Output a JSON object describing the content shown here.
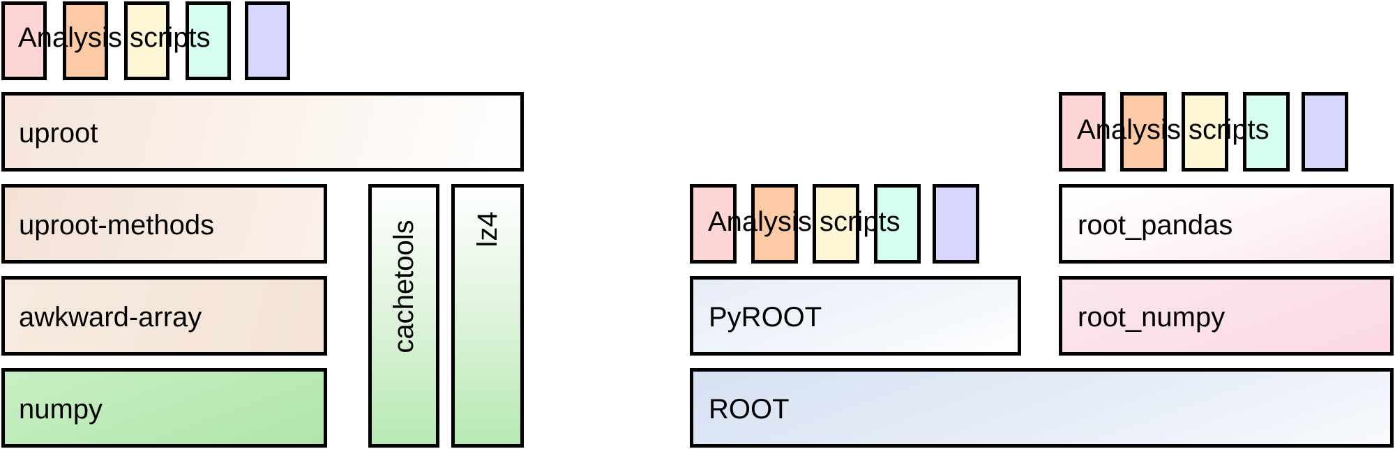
{
  "colors": {
    "border": "#000000",
    "script_pink": "#fdd5d5",
    "script_orange": "#fdcaa6",
    "script_cream": "#fff6d6",
    "script_mint": "#d6fff1",
    "script_lavender": "#d6d6ff",
    "numpy_green": "#b5e8b0",
    "peach_light": "#f6e5da",
    "root_blue": "#d6e1f2",
    "pink_light": "#fcdbe6"
  },
  "left_stack": {
    "analysis_scripts": "Analysis scripts",
    "uproot": "uproot",
    "uproot_methods": "uproot-methods",
    "awkward_array": "awkward-array",
    "numpy": "numpy",
    "cachetools": "cachetools",
    "lz4": "lz4"
  },
  "right_stack": {
    "analysis_scripts_top": "Analysis scripts",
    "analysis_scripts_pyroot": "Analysis scripts",
    "root_pandas": "root_pandas",
    "pyroot": "PyROOT",
    "root_numpy": "root_numpy",
    "root": "ROOT"
  }
}
